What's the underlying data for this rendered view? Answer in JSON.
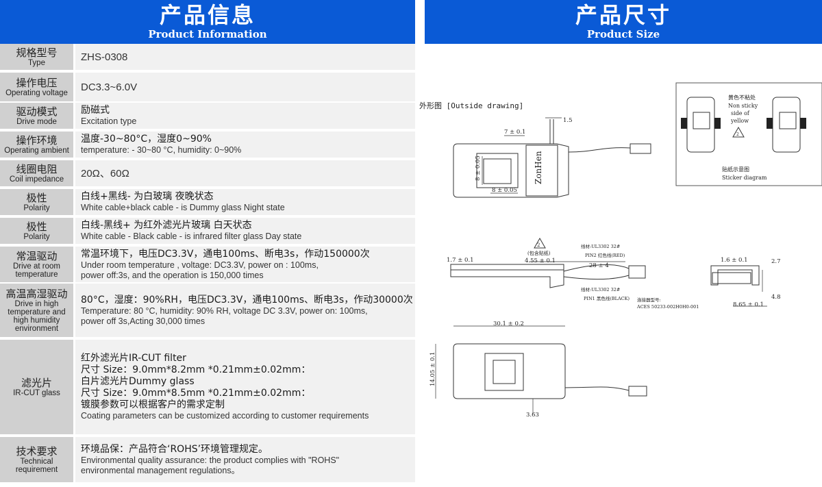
{
  "header_left": {
    "title_cn": "产品信息",
    "title_en": "Product Information"
  },
  "header_right": {
    "title_cn": "产品尺寸",
    "title_en": "Product Size"
  },
  "specs": [
    {
      "label_cn": "规格型号",
      "label_en": "Type",
      "value_lines": [
        "ZHS-0308"
      ]
    },
    {
      "label_cn": "操作电压",
      "label_en": "Operating voltage",
      "value_lines": [
        "DC3.3~6.0V"
      ]
    },
    {
      "label_cn": "驱动模式",
      "label_en": "Drive mode",
      "value_lines": [
        "励磁式",
        "Excitation type"
      ]
    },
    {
      "label_cn": "操作环境",
      "label_en": "Operating ambient",
      "value_lines": [
        "温度-30~80°C，湿度0~90%",
        "temperature: - 30~80 °C, humidity: 0~90%"
      ]
    },
    {
      "label_cn": "线圈电阻",
      "label_en": "Coil impedance",
      "value_lines": [
        "20Ω、60Ω"
      ]
    },
    {
      "label_cn": "极性",
      "label_en": "Polarity",
      "value_lines": [
        "白线+黑线- 为白玻璃 夜晚状态",
        "White cable+black cable - is Dummy glass Night state"
      ]
    },
    {
      "label_cn": "极性",
      "label_en": "Polarity",
      "value_lines": [
        "白线-黑线+ 为红外滤光片玻璃 白天状态",
        "White cable - Black cable - is infrared filter glass Day state"
      ]
    },
    {
      "label_cn": "常温驱动",
      "label_en": "Drive at room temperature",
      "value_lines": [
        "常温环境下，电压DC3.3V，通电100ms、断电3s，作动150000次",
        "Under room temperature , voltage: DC3.3V, power on : 100ms,",
        "power off:3s, and the operation is 150,000 times"
      ]
    },
    {
      "label_cn": "高温高湿驱动",
      "label_en": "Drive in high temperature and high humidity environment",
      "value_lines": [
        "80°C，湿度：90%RH，电压DC3.3V，通电100ms、断电3s，作动30000次",
        "Temperature: 80 °C, humidity: 90% RH, voltage DC 3.3V,   power on: 100ms,",
        "power off 3s,Acting 30,000 times"
      ]
    },
    {
      "label_cn": "滤光片",
      "label_en": "IR-CUT glass",
      "value_lines": [
        "红外滤光片IR-CUT filter",
        "尺寸 Size：9.0mm*8.2mm *0.21mm±0.02mm：",
        "白片滤光片Dummy glass",
        "尺寸 Size：9.0mm*8.5mm *0.21mm±0.02mm：",
        "镀膜参数可以根据客户的需求定制",
        "Coating parameters can be customized according to customer requirements"
      ]
    },
    {
      "label_cn": "技术要求",
      "label_en": "Technical requirement",
      "value_lines": [
        "环境品保：产品符合‘ROHS’环境管理规定。",
        "Environmental quality assurance: the product complies with \"ROHS\"",
        "environmental management regulations。"
      ]
    }
  ],
  "drawing": {
    "outside_title": "外形图 [Outside drawing]",
    "brand": "ZonHen",
    "dims": {
      "d1": "1.5",
      "d2": "7 ± 0.1",
      "d3": "8 ± 0.05",
      "d4": "8 ± 0.05",
      "d5": "1.7 ± 0.1",
      "d6": "4.55 ± 0.1",
      "d7": "28 ± 4",
      "d8": "1.6 ± 0.1",
      "d9": "2.7",
      "d10": "4.8",
      "d11": "8.65 ± 0.1",
      "d12": "30.1 ± 0.2",
      "d13": "14.05 ± 0.1",
      "d14": "3.63"
    },
    "wire_top": "线材:UL3302 32#",
    "pin2": "PIN2 红色线(RED)",
    "wire_bottom": "线材:UL3302 32#",
    "pin1": "PIN1 黑色线(BLACK)",
    "connector_label": "连接器型号:",
    "connector_model": "ACES 50233-002H0H0-001",
    "sticker_note": "(包含贴纸)",
    "warn_mark": "2",
    "sticker_cn": "黄色不粘处",
    "sticker_en1": "Non sticky",
    "sticker_en2": "side of",
    "sticker_en3": "yellow",
    "sticker_diag_cn": "贴纸示意图",
    "sticker_diag_en": "Sticker diagram"
  }
}
